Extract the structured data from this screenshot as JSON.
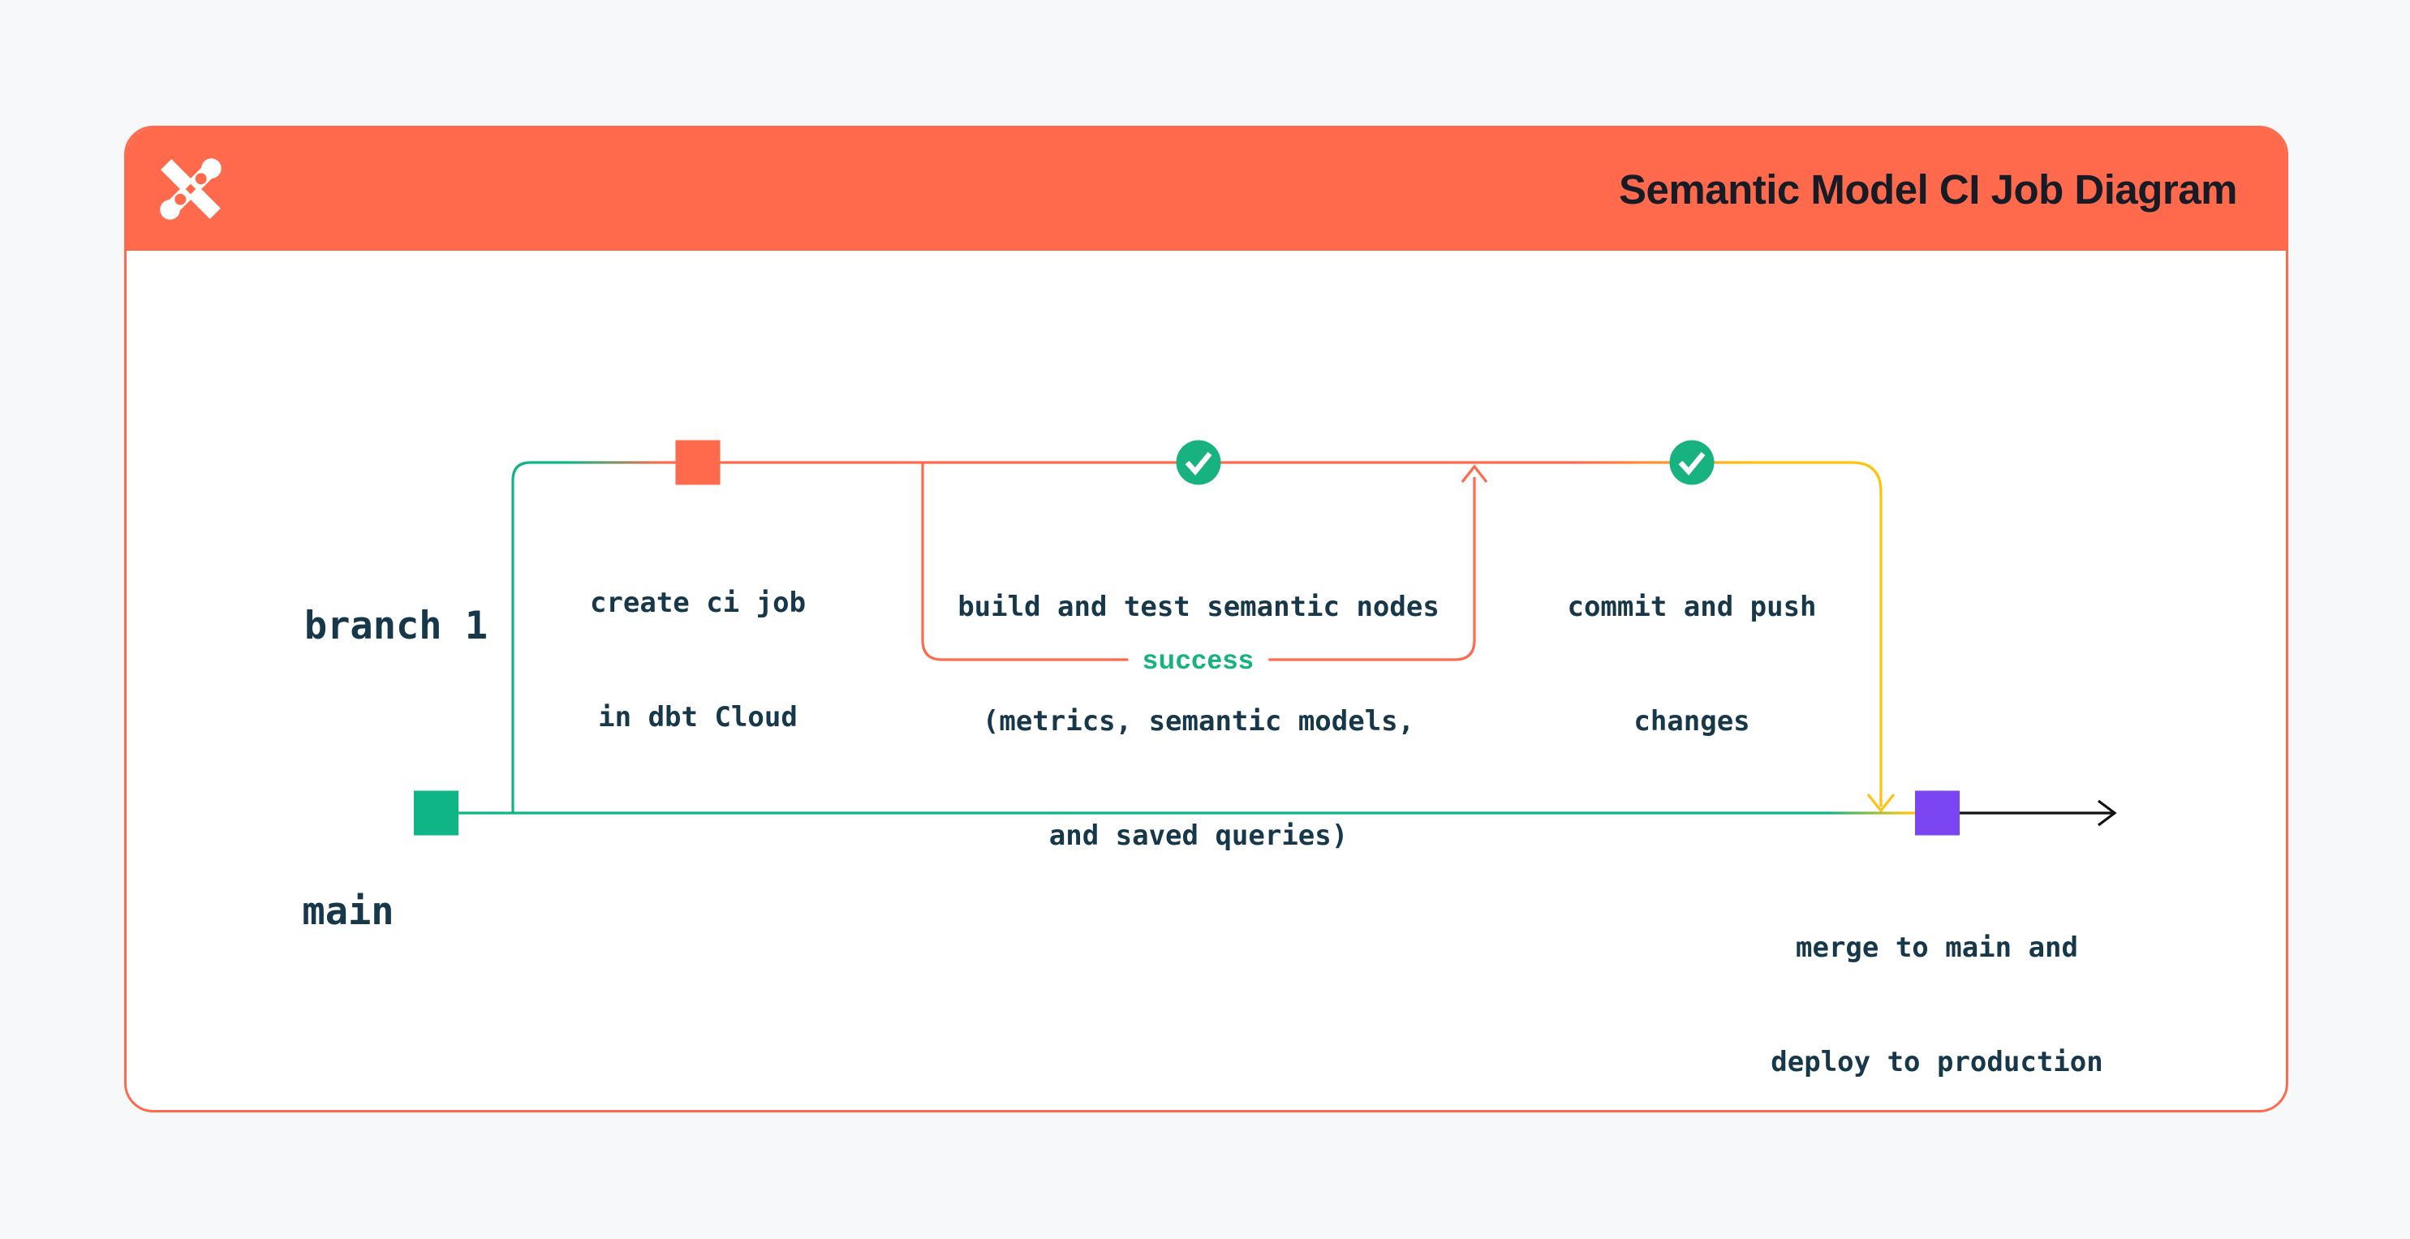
{
  "header": {
    "title": "Semantic Model CI Job Diagram",
    "logo": "dbt-logo"
  },
  "diagram": {
    "branch_labels": {
      "branch1": "branch 1",
      "main": "main"
    },
    "nodes": {
      "create_ci_job": {
        "lines": [
          "create ci job",
          "in dbt Cloud"
        ]
      },
      "build_test": {
        "lines": [
          "build and test semantic nodes",
          "(metrics, semantic models,",
          "and saved queries)"
        ]
      },
      "commit_push": {
        "lines": [
          "commit and push",
          "changes"
        ]
      },
      "merge_deploy": {
        "lines": [
          "merge to main and",
          "deploy to production"
        ]
      }
    },
    "loop_label": "success",
    "icons": [
      "check-icon",
      "check-icon"
    ]
  },
  "colors": {
    "coral": "#FF6A4C",
    "green": "#0FB584",
    "check_green": "#17B27F",
    "yellow": "#FFC30D",
    "purple": "#7B46F2",
    "navy": "#16384A",
    "title": "#171B26",
    "background": "#F7F8F9"
  }
}
